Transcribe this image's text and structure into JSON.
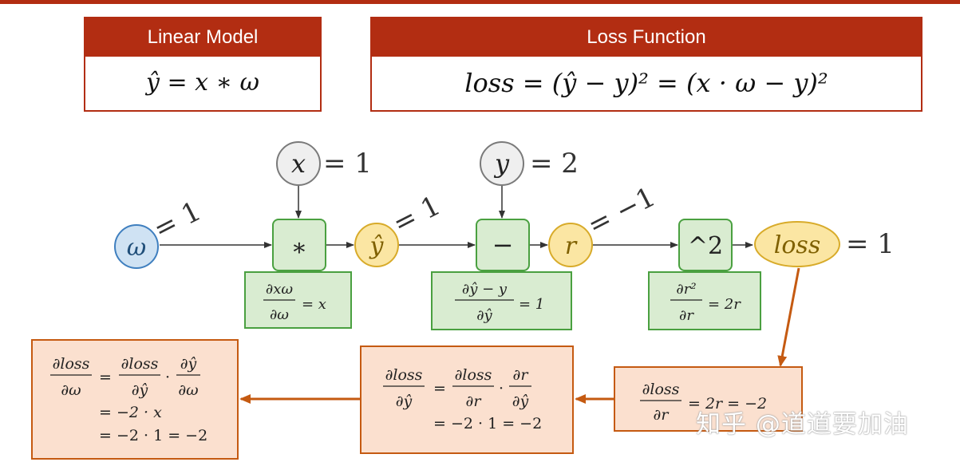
{
  "linear_model": {
    "title": "Linear Model",
    "formula": "ŷ = x ∗ ω"
  },
  "loss_function": {
    "title": "Loss Function",
    "formula": "loss = (ŷ − y)² = (x · ω − y)²"
  },
  "nodes": {
    "omega": "ω",
    "x": "x",
    "mult": "∗",
    "yhat": "ŷ",
    "y": "y",
    "minus": "−",
    "r": "r",
    "square": "^2",
    "loss": "loss"
  },
  "values": {
    "x": "= 1",
    "y": "= 2",
    "omega": "= 1",
    "yhat": "= 1",
    "r": "= −1",
    "loss": "= 1"
  },
  "local_grads": {
    "mult": {
      "num": "∂xω",
      "den": "∂ω",
      "rhs": "= x"
    },
    "minus": {
      "num": "∂ŷ − y",
      "den": "∂ŷ",
      "rhs": "= 1"
    },
    "square": {
      "num": "∂r²",
      "den": "∂r",
      "rhs": "= 2r"
    }
  },
  "backprop": {
    "b1": {
      "num": "∂loss",
      "den": "∂r",
      "rhs": "= 2r = −2"
    },
    "b2": {
      "num1": "∂loss",
      "den1": "∂ŷ",
      "eq": "=",
      "num2": "∂loss",
      "den2": "∂r",
      "dot": "·",
      "num3": "∂r",
      "den3": "∂ŷ",
      "line2": "= −2 · 1 = −2"
    },
    "b3": {
      "num1": "∂loss",
      "den1": "∂ω",
      "eq": "=",
      "num2": "∂loss",
      "den2": "∂ŷ",
      "dot": "·",
      "num3": "∂ŷ",
      "den3": "∂ω",
      "line2": "= −2 · x",
      "line3": "= −2 · 1 = −2"
    }
  },
  "watermark": "知乎 @道道要加油",
  "colors": {
    "header_red": "#b22d12",
    "green_fill": "#d9ecd1",
    "green_border": "#4aa040",
    "yellow_fill": "#fbe6a3",
    "yellow_border": "#d8ab2a",
    "blue_fill": "#cfe2f3",
    "blue_border": "#3f7fbf",
    "gray_fill": "#efefef",
    "gray_border": "#7a7a7a",
    "orange_fill": "#fbe0cf",
    "orange_border": "#c55a11"
  }
}
